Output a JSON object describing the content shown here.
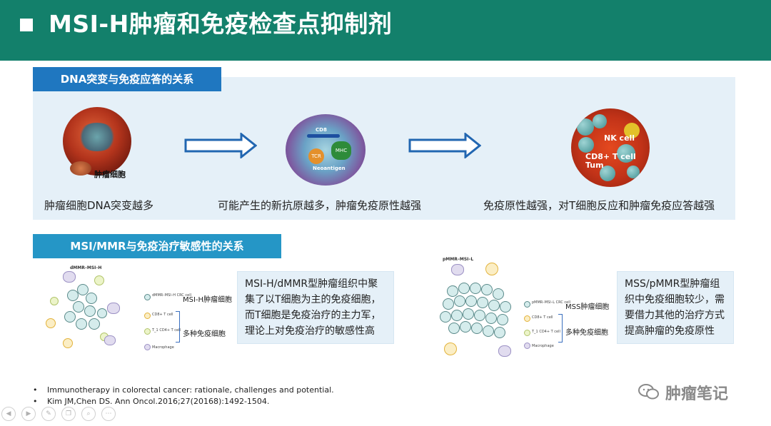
{
  "header": {
    "title": "MSI-H肿瘤和免疫检查点抑制剂"
  },
  "section1": {
    "tab": "DNA突变与免疫应答的关系",
    "images": {
      "tumor_label": "肿瘤细胞",
      "cd8": "CD8",
      "tcr": "TCR",
      "mhc": "MHC",
      "neoantigen": "Neoantigen",
      "nk": "NK cell",
      "tcell": "CD8+ T cell Tum"
    },
    "captions": [
      "肿瘤细胞DNA突变越多",
      "可能产生的新抗原越多，肿瘤免疫原性越强",
      "免疫原性越强，对T细胞反应和肿瘤免疫应答越强"
    ]
  },
  "section2": {
    "tab": "MSI/MMR与免疫治疗敏感性的关系",
    "left": {
      "diagram_title": "dMMR–MSI–H",
      "legend": [
        "dMMR–MSI–H CRC cell",
        "CD8+ T cell",
        "T_1 CD4+ T cell",
        "Macrophage"
      ],
      "label_top": "MSI-H肿瘤细胞",
      "label_bottom": "多种免疫细胞",
      "text": "MSI-H/dMMR型肿瘤组织中聚集了以T细胞为主的免疫细胞，而T细胞是免疫治疗的主力军，理论上对免疫治疗的敏感性高"
    },
    "right": {
      "diagram_title": "pMMR–MSI–L",
      "legend": [
        "pMMR–MSI–L CRC cell",
        "CD8+ T cell",
        "T_1 CD4+ T cell",
        "Macrophage"
      ],
      "label_top": "MSS肿瘤细胞",
      "label_bottom": "多种免疫细胞",
      "text": "MSS/pMMR型肿瘤组织中免疫细胞较少，需要借力其他的治疗方式提高肿瘤的免疫原性"
    }
  },
  "references": [
    "Immunotherapy in colorectal cancer: rationale, challenges and potential.",
    "Kim JM,Chen DS. Ann Oncol.2016;27(20168):1492-1504."
  ],
  "watermark": "肿瘤笔记",
  "nav": {
    "prev": "◀",
    "next": "▶"
  },
  "colors": {
    "header": "#13806b",
    "tab1": "#1f77c0",
    "tab2": "#2596c6",
    "panel": "#e5f0f8"
  }
}
